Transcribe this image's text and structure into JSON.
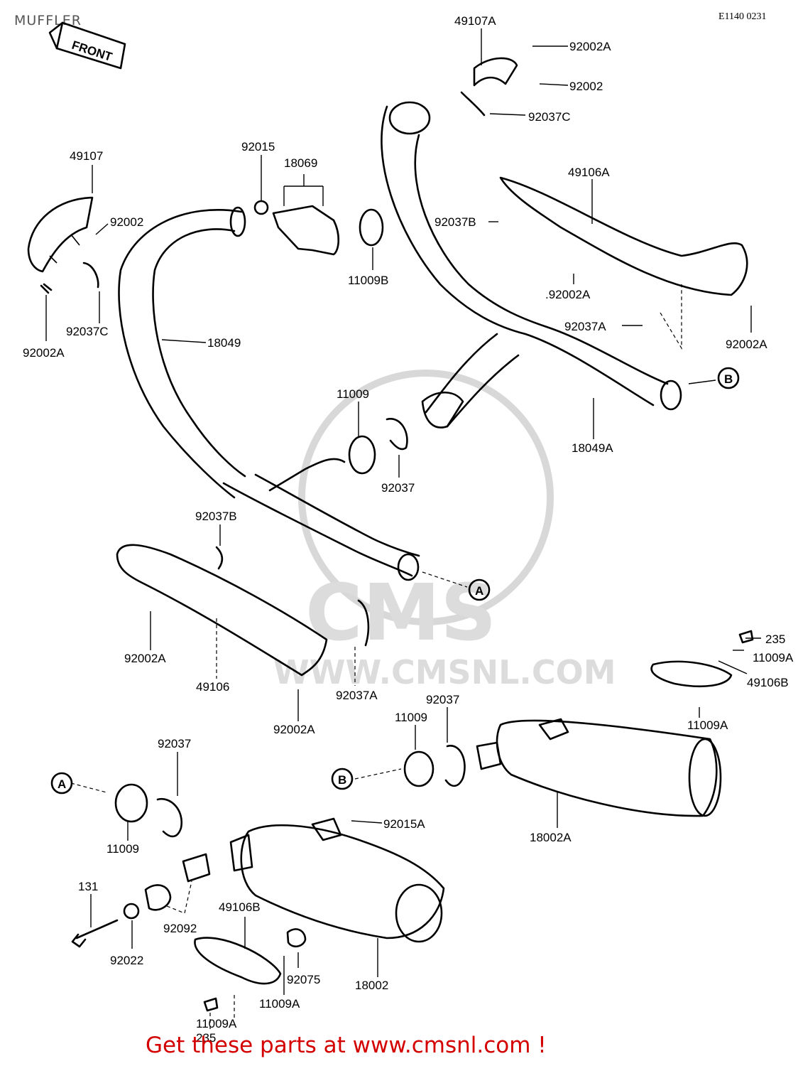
{
  "header": {
    "title": "MUFFLER",
    "code": "E1140 0231"
  },
  "front_arrow_label": "FRONT",
  "watermark": {
    "logo": "CMS",
    "url": "WWW.CMSNL.COM"
  },
  "footer": {
    "text": "Get these parts at www.cmsnl.com !",
    "color": "#d40000"
  },
  "reference_markers": [
    "A",
    "B",
    "A",
    "B"
  ],
  "part_labels": [
    "49107A",
    "92002A",
    "92002",
    "92037C",
    "49107",
    "92002",
    "92037C",
    "92002A",
    "92015",
    "18069",
    "11009B",
    "18049",
    "49106A",
    "92037B",
    ".92002A",
    "92037A",
    "92002A",
    "18049A",
    "11009",
    "92037",
    "92037B",
    "92002A",
    "49106",
    "92037A",
    "92002A",
    "235",
    "11009A",
    "49106B",
    "11009A",
    "11009",
    "92037",
    "18002A",
    "92037",
    "11009",
    "92015A",
    "131",
    "92022",
    "92092",
    "49106B",
    "18002",
    "92075",
    "11009A",
    "11009A",
    "235"
  ]
}
